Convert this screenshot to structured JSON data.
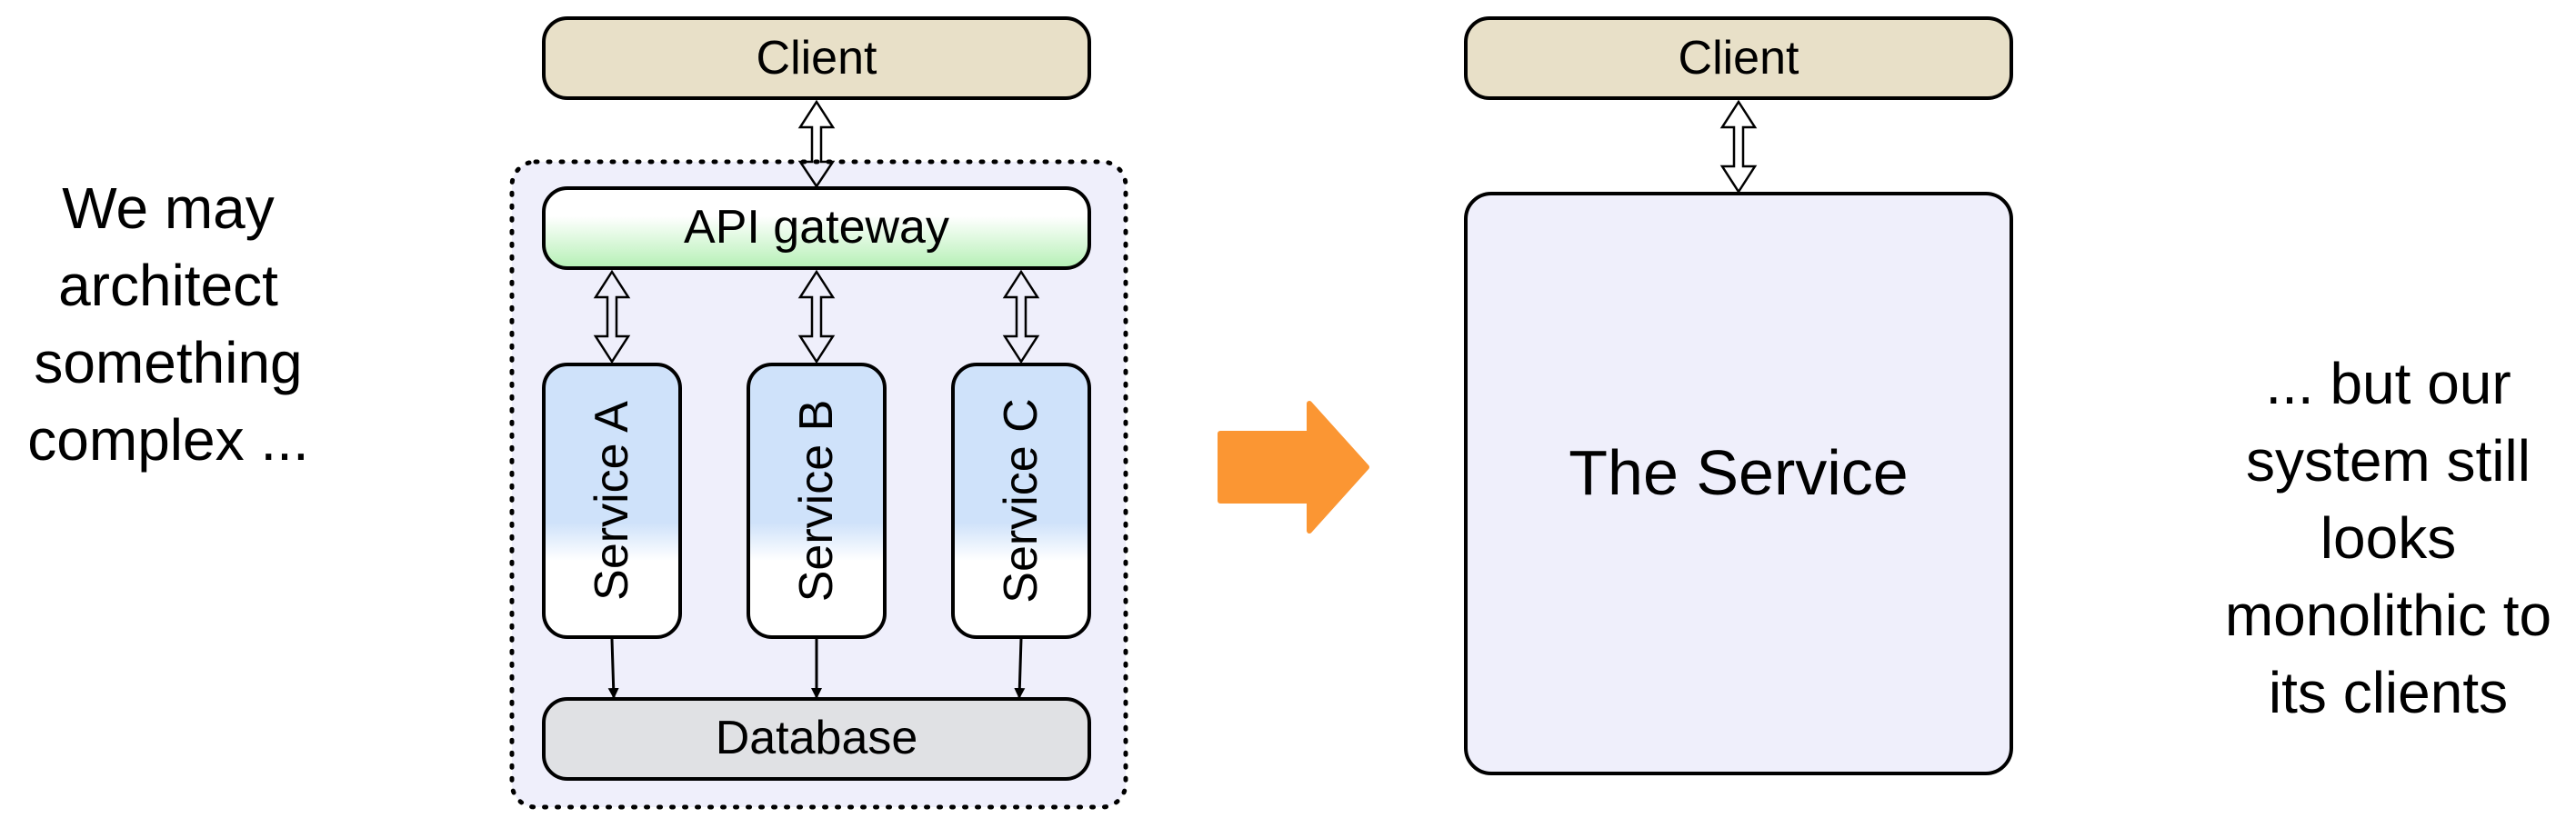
{
  "left_caption": "We may\narchitect\nsomething\ncomplex ...",
  "right_caption": "... but our\nsystem still\nlooks\nmonolithic to\nits clients",
  "left_diagram": {
    "client_label": "Client",
    "gateway_label": "API gateway",
    "services": [
      "Service A",
      "Service B",
      "Service C"
    ],
    "database_label": "Database"
  },
  "right_diagram": {
    "client_label": "Client",
    "service_label": "The Service"
  },
  "colors": {
    "client_fill": "#e8e0c8",
    "gateway_green": "#b5f0b5",
    "service_blue": "#cfe2fa",
    "database_fill": "#e0e1e4",
    "container_fill": "#efeffb",
    "arrow_orange": "#fb9633"
  }
}
